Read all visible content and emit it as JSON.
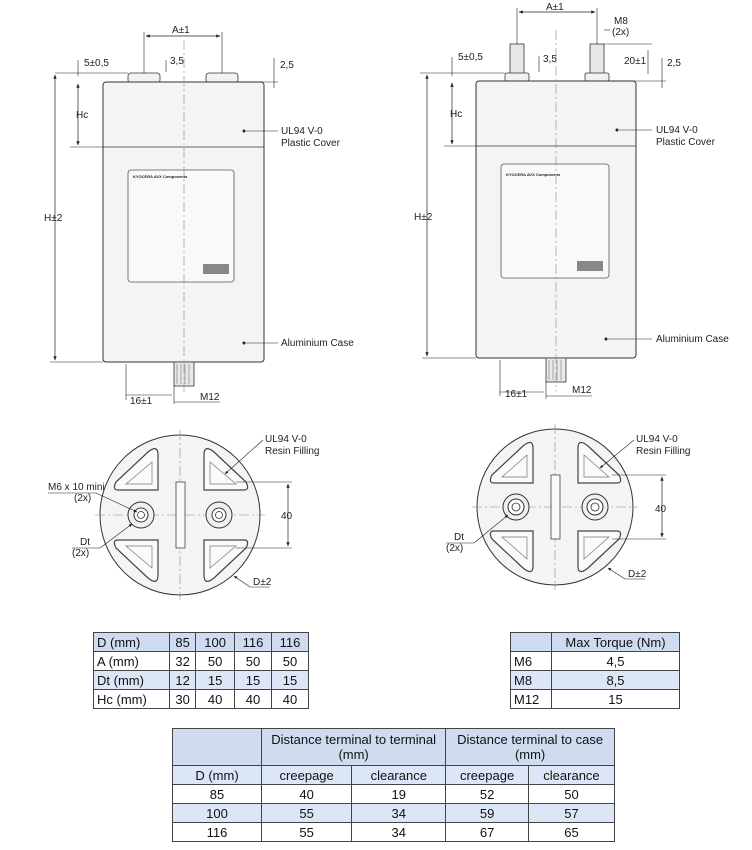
{
  "left_view": {
    "dim_a": "A±1",
    "dim_5": "5±0,5",
    "dim_35": "3,5",
    "dim_25": "2,5",
    "dim_hc": "Hc",
    "dim_h": "H±2",
    "dim_16": "16±1",
    "dim_m12": "M12",
    "label_cover_1": "UL94 V-0",
    "label_cover_2": "Plastic Cover",
    "label_case": "Aluminium Case",
    "brand_text": "KYOCERA AVX Components"
  },
  "right_view": {
    "dim_a": "A±1",
    "dim_m8": "M8",
    "dim_m8_count": "(2x)",
    "dim_5": "5±0,5",
    "dim_35": "3,5",
    "dim_20": "20±1",
    "dim_25": "2,5",
    "dim_hc": "Hc",
    "dim_h": "H±2",
    "dim_16": "16±1",
    "dim_m12": "M12",
    "label_cover_1": "UL94 V-0",
    "label_cover_2": "Plastic Cover",
    "label_case": "Aluminium Case",
    "brand_text": "KYOCERA AVX Components"
  },
  "left_top": {
    "label_resin_1": "UL94 V-0",
    "label_resin_2": "Resin Filling",
    "label_m6": "M6 x 10 mini",
    "label_m6_count": "(2x)",
    "label_dt": "Dt",
    "label_dt_count": "(2x)",
    "dim_40": "40",
    "dim_d": "D±2"
  },
  "right_top": {
    "label_resin_1": "UL94 V-0",
    "label_resin_2": "Resin Filling",
    "label_dt": "Dt",
    "label_dt_count": "(2x)",
    "dim_40": "40",
    "dim_d": "D±2"
  },
  "dims_table": {
    "rows": [
      {
        "label": "D (mm)",
        "values": [
          "85",
          "100",
          "116",
          "116"
        ]
      },
      {
        "label": "A (mm)",
        "values": [
          "32",
          "50",
          "50",
          "50"
        ]
      },
      {
        "label": "Dt (mm)",
        "values": [
          "12",
          "15",
          "15",
          "15"
        ]
      },
      {
        "label": "Hc (mm)",
        "values": [
          "30",
          "40",
          "40",
          "40"
        ]
      }
    ]
  },
  "torque_table": {
    "header": "Max Torque (Nm)",
    "rows": [
      {
        "label": "M6",
        "value": "4,5"
      },
      {
        "label": "M8",
        "value": "8,5"
      },
      {
        "label": "M12",
        "value": "15"
      }
    ]
  },
  "distance_table": {
    "group1": "Distance terminal to terminal (mm)",
    "group2": "Distance terminal to case (mm)",
    "col0": "D (mm)",
    "sub1": "creepage",
    "sub2": "clearance",
    "sub3": "creepage",
    "sub4": "clearance",
    "rows": [
      {
        "d": "85",
        "v": [
          "40",
          "19",
          "52",
          "50"
        ]
      },
      {
        "d": "100",
        "v": [
          "55",
          "34",
          "59",
          "57"
        ]
      },
      {
        "d": "116",
        "v": [
          "55",
          "34",
          "67",
          "65"
        ]
      }
    ]
  },
  "colors": {
    "header_fill": "#cfdcf0",
    "band_fill": "#dde6f6"
  }
}
